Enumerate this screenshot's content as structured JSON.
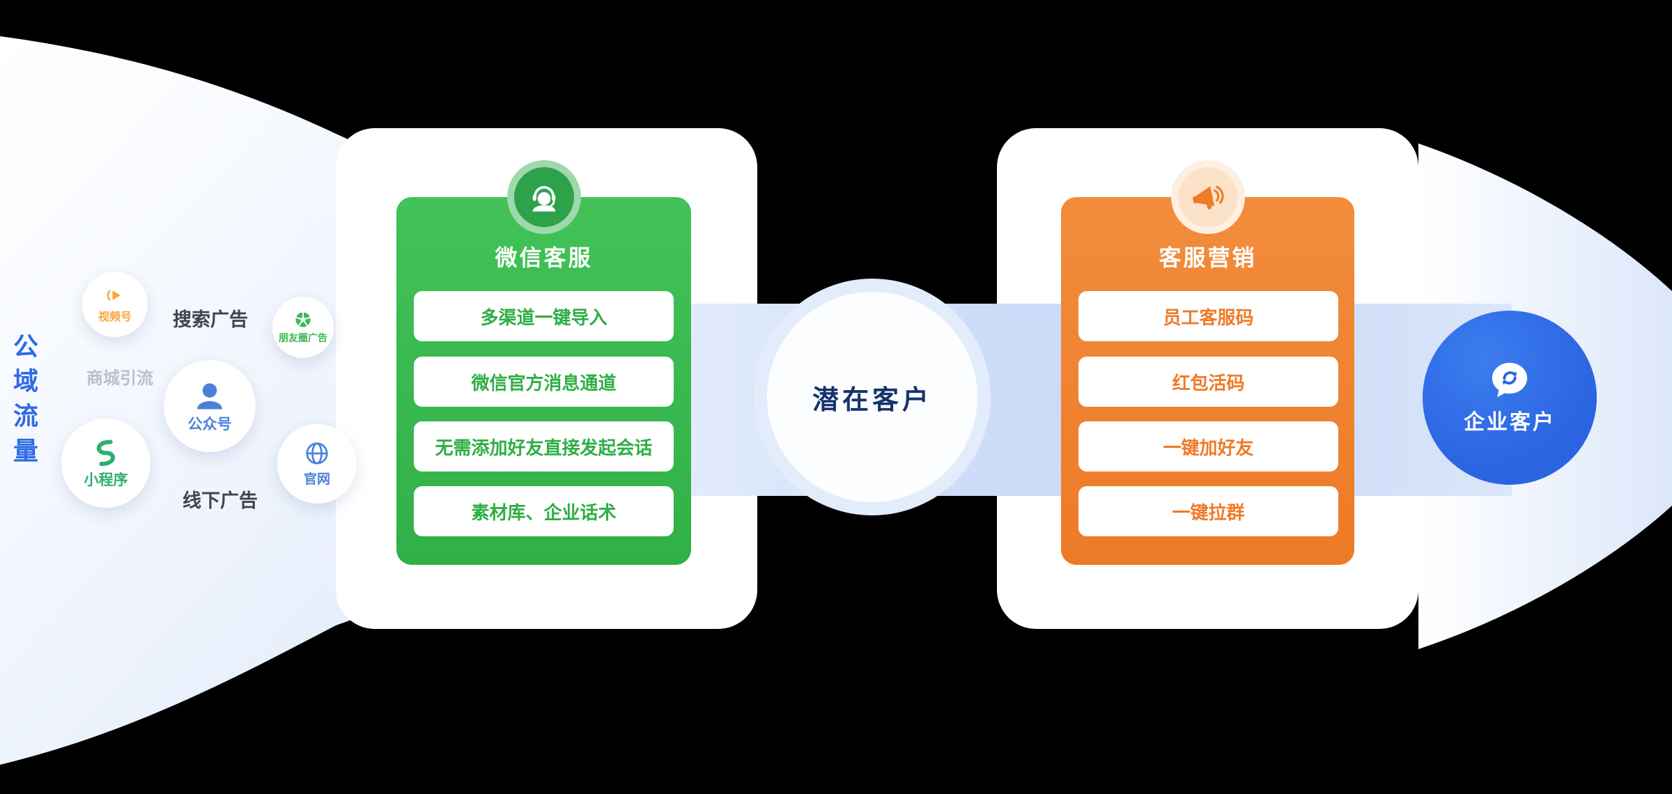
{
  "sources": {
    "vertical_label": "公域流量",
    "bubbles": [
      {
        "label": "视频号",
        "icon": "channels-icon",
        "color": "#F6A83F"
      },
      {
        "label": "朋友圈广告",
        "icon": "moments-aperture-icon",
        "color": "#3CB954"
      },
      {
        "label": "公众号",
        "icon": "user-bust-icon",
        "color": "#4A82D9"
      },
      {
        "label": "小程序",
        "icon": "miniprogram-icon",
        "color": "#2FAE6E"
      },
      {
        "label": "官网",
        "icon": "globe-icon",
        "color": "#4A82D9"
      }
    ],
    "text_labels": [
      {
        "label": "搜索广告"
      },
      {
        "label": "商城引流"
      },
      {
        "label": "线下广告"
      }
    ]
  },
  "flow": {
    "green_card": {
      "title": "微信客服",
      "icon": "support-agent-icon",
      "color": "#35B44B",
      "items": [
        "多渠道一键导入",
        "微信官方消息通道",
        "无需添加好友直接发起会话",
        "素材库、企业话术"
      ]
    },
    "center": {
      "label": "潜在客户"
    },
    "orange_card": {
      "title": "客服营销",
      "icon": "megaphone-icon",
      "color": "#EE7B28",
      "items": [
        "员工客服码",
        "红包活码",
        "一键加好友",
        "一键拉群"
      ]
    },
    "right": {
      "label": "企业客户",
      "icon": "wecom-chat-icon",
      "color": "#2A64E0"
    }
  },
  "colors": {
    "background": "#000000",
    "band": "#CDDCF8",
    "funnel_light": "#FFFFFF",
    "funnel_blue": "#D9E4F9"
  }
}
